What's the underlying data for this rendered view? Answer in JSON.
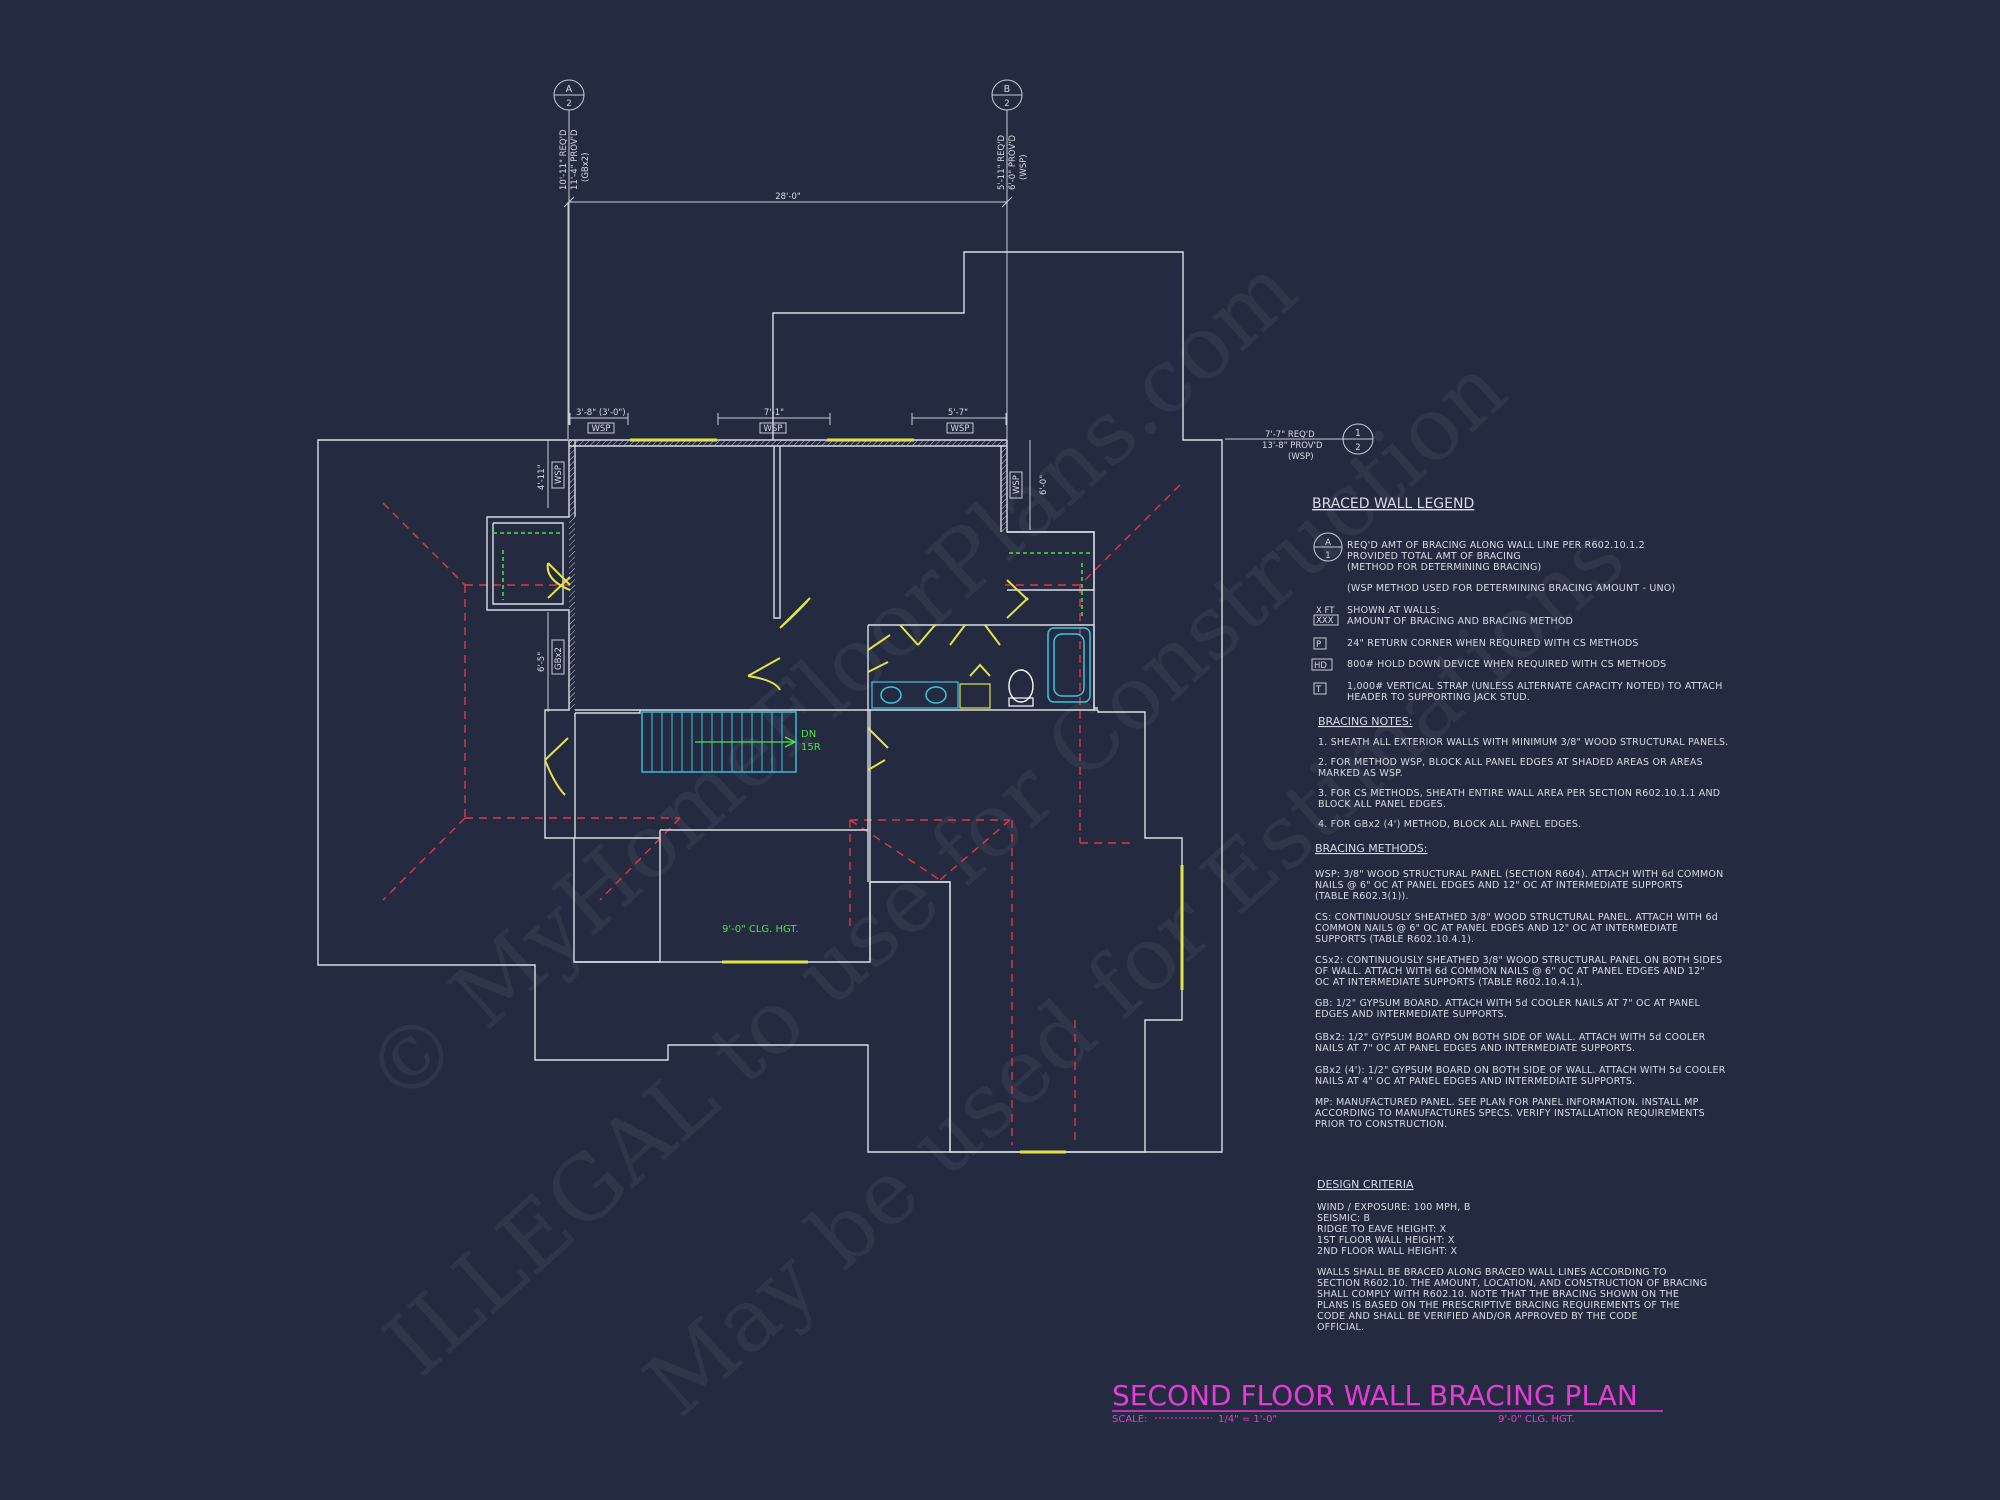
{
  "grid_markers": [
    {
      "letter": "A",
      "num": "2",
      "note1": "10'-11\" REQ'D",
      "note2": "11'-4\" PROV'D",
      "note3": "(GBx2)"
    },
    {
      "letter": "B",
      "num": "2",
      "note1": "5'-11\" REQ'D",
      "note2": "6'-0\" PROV'D",
      "note3": "(WSP)"
    },
    {
      "letter": "1",
      "num": "2",
      "note1": "7'-7\" REQ'D",
      "note2": "13'-8\" PROV'D",
      "note3": "(WSP)"
    }
  ],
  "dimensions": {
    "overall": "28'-0\"",
    "seg1": "3'-8\" (3'-0\")",
    "seg2": "7'-1\"",
    "seg3": "5'-7\"",
    "left_upper": "4'-11\"",
    "left_lower": "6'-5\"",
    "right_upper": "6'-0\""
  },
  "wall_tags": {
    "wsp": "WSP",
    "gbx2": "GBx2"
  },
  "room_labels": {
    "stair_dn": "DN",
    "stair_num": "15R",
    "clg": "9'-0\" CLG. HGT."
  },
  "legend": {
    "title": "BRACED WALL LEGEND",
    "marker_letter": "A",
    "marker_num": "1",
    "line1": "REQ'D AMT OF BRACING ALONG WALL LINE PER R602.10.1.2",
    "line2": "PROVIDED TOTAL AMT OF BRACING",
    "line3": "(METHOD FOR DETERMINING BRACING)",
    "line4": "(WSP METHOD USED FOR DETERMINING BRACING AMOUNT - UNO)",
    "sym1_a": "X FT",
    "sym1_b": "XXX",
    "sym1_t1": "SHOWN AT WALLS:",
    "sym1_t2": "AMOUNT OF BRACING AND BRACING METHOD",
    "sym2": "P",
    "sym2_t": "24\" RETURN CORNER WHEN REQUIRED WITH CS METHODS",
    "sym3": "HD",
    "sym3_t": "800# HOLD DOWN DEVICE WHEN REQUIRED WITH CS METHODS",
    "sym4": "T",
    "sym4_t1": "1,000# VERTICAL STRAP (UNLESS ALTERNATE CAPACITY NOTED) TO ATTACH",
    "sym4_t2": "HEADER TO SUPPORTING JACK STUD."
  },
  "bracing_notes": {
    "title": "BRACING NOTES:",
    "n1": "1. SHEATH ALL EXTERIOR WALLS WITH MINIMUM 3/8\" WOOD STRUCTURAL PANELS.",
    "n2a": "2. FOR METHOD WSP, BLOCK ALL PANEL EDGES AT SHADED AREAS OR AREAS",
    "n2b": "MARKED AS WSP.",
    "n3a": "3. FOR CS METHODS, SHEATH ENTIRE WALL AREA PER SECTION R602.10.1.1 AND",
    "n3b": "BLOCK ALL PANEL EDGES.",
    "n4": "4. FOR GBx2 (4') METHOD, BLOCK ALL PANEL EDGES."
  },
  "bracing_methods": {
    "title": "BRACING METHODS:",
    "m1a": "WSP: 3/8\" WOOD STRUCTURAL PANEL (SECTION R604). ATTACH WITH 6d COMMON",
    "m1b": "NAILS @ 6\" OC AT PANEL EDGES AND 12\" OC AT INTERMEDIATE SUPPORTS",
    "m1c": "(TABLE R602.3(1)).",
    "m2a": "CS: CONTINUOUSLY SHEATHED 3/8\" WOOD STRUCTURAL PANEL. ATTACH WITH 6d",
    "m2b": "COMMON NAILS @ 6\" OC AT PANEL EDGES AND 12\" OC AT INTERMEDIATE",
    "m2c": "SUPPORTS (TABLE R602.10.4.1).",
    "m3a": "CSx2: CONTINUOUSLY SHEATHED 3/8\" WOOD STRUCTURAL PANEL ON BOTH SIDES",
    "m3b": "OF WALL. ATTACH WITH 6d COMMON NAILS @ 6\" OC AT PANEL EDGES AND 12\"",
    "m3c": "OC AT INTERMEDIATE SUPPORTS (TABLE R602.10.4.1).",
    "m4a": "GB: 1/2\" GYPSUM BOARD. ATTACH WITH 5d COOLER NAILS AT 7\" OC AT PANEL",
    "m4b": "EDGES AND INTERMEDIATE SUPPORTS.",
    "m5a": "GBx2: 1/2\" GYPSUM BOARD ON BOTH SIDE OF WALL. ATTACH WITH 5d COOLER",
    "m5b": "NAILS AT 7\" OC AT PANEL EDGES AND INTERMEDIATE SUPPORTS.",
    "m6a": "GBx2 (4'): 1/2\" GYPSUM BOARD ON BOTH SIDE OF WALL. ATTACH WITH 5d COOLER",
    "m6b": "NAILS AT 4\" OC AT PANEL EDGES AND INTERMEDIATE SUPPORTS.",
    "m7a": "MP: MANUFACTURED PANEL. SEE PLAN FOR PANEL INFORMATION. INSTALL MP",
    "m7b": "ACCORDING TO MANUFACTURES SPECS. VERIFY INSTALLATION REQUIREMENTS",
    "m7c": "PRIOR TO CONSTRUCTION."
  },
  "design_criteria": {
    "title": "DESIGN CRITERIA",
    "c1": "WIND / EXPOSURE:  100 MPH, B",
    "c2": "SEISMIC:  B",
    "c3": "RIDGE TO EAVE HEIGHT: X",
    "c4": "1ST FLOOR WALL HEIGHT: X",
    "c5": "2ND FLOOR WALL HEIGHT: X",
    "p1": "WALLS SHALL BE BRACED ALONG BRACED WALL LINES ACCORDING TO",
    "p2": "SECTION R602.10. THE AMOUNT, LOCATION, AND CONSTRUCTION OF BRACING",
    "p3": "SHALL COMPLY WITH R602.10. NOTE THAT THE BRACING SHOWN ON THE",
    "p4": "PLANS IS BASED ON THE PRESCRIPTIVE BRACING REQUIREMENTS OF THE",
    "p5": "CODE AND SHALL BE VERIFIED AND/OR APPROVED BY THE CODE",
    "p6": "OFFICIAL."
  },
  "title_block": {
    "title": "SECOND FLOOR WALL BRACING PLAN",
    "scale_label": "SCALE:",
    "scale_value": "1/4\" = 1'-0\"",
    "clg": "9'-0\" CLG. HGT."
  },
  "watermark": {
    "line1": "© MyHomeFloorPlans.com",
    "line2": "ILLEGAL to use for Construction",
    "line3": "May be used for Estimations"
  },
  "colors": {
    "background": "#242a3f",
    "line": "#d9dce6",
    "bracing": "#e0364a",
    "door": "#e3e34a",
    "title": "#e63bd8"
  }
}
